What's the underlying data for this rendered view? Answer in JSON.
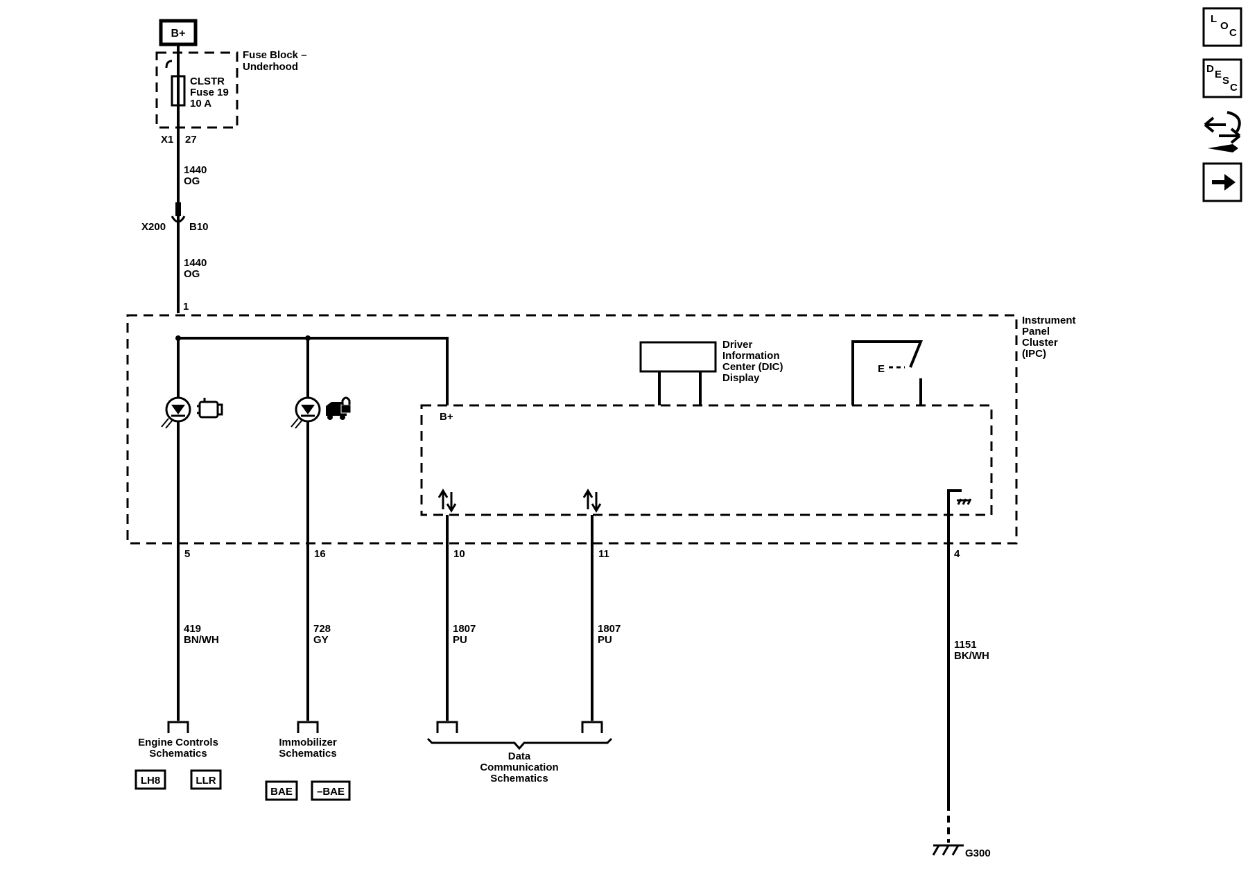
{
  "nav_buttons": [
    {
      "icon": "loc-icon",
      "letters": [
        "L",
        "O",
        "C"
      ]
    },
    {
      "icon": "desc-icon",
      "letters": [
        "D",
        "E",
        "S",
        "C"
      ]
    },
    {
      "icon": "connector-wrench-icon"
    },
    {
      "icon": "arrow-right-icon"
    }
  ],
  "power": {
    "label": "B+"
  },
  "fuse_block": {
    "line1": "Fuse Block –",
    "line2": "Underhood"
  },
  "fuse": {
    "name": "CLSTR",
    "number": "Fuse 19",
    "rating": "10 A"
  },
  "connector_x1": {
    "name": "X1",
    "pin": "27"
  },
  "wire_top_1": {
    "circuit": "1440",
    "color": "OG"
  },
  "connector_x200": {
    "name": "X200",
    "pin": "B10"
  },
  "wire_top_2": {
    "circuit": "1440",
    "color": "OG"
  },
  "ipc": {
    "pin_in": "1",
    "title": [
      "Instrument",
      "Panel",
      "Cluster",
      "(IPC)"
    ],
    "inner_bplus": "B+",
    "dic": [
      "Driver",
      "Information",
      "Center (DIC)",
      "Display"
    ],
    "switch_letter": "E"
  },
  "indicators": [
    {
      "icon": "engine-check-icon"
    },
    {
      "icon": "immobilizer-lock-icon"
    }
  ],
  "pins_bottom": [
    "5",
    "16",
    "10",
    "11",
    "4"
  ],
  "wires_bottom": [
    {
      "circuit": "419",
      "color": "BN/WH"
    },
    {
      "circuit": "728",
      "color": "GY"
    },
    {
      "circuit": "1807",
      "color": "PU"
    },
    {
      "circuit": "1807",
      "color": "PU"
    },
    {
      "circuit": "1151",
      "color": "BK/WH"
    }
  ],
  "references": {
    "engine": {
      "line1": "Engine Controls",
      "line2": "Schematics",
      "codes": [
        "LH8",
        "LLR"
      ]
    },
    "immobilizer": {
      "line1": "Immobilizer",
      "line2": "Schematics",
      "codes": [
        "BAE",
        "–BAE"
      ]
    },
    "data": {
      "line1": "Data",
      "line2": "Communication",
      "line3": "Schematics"
    }
  },
  "ground": {
    "label": "G300"
  }
}
